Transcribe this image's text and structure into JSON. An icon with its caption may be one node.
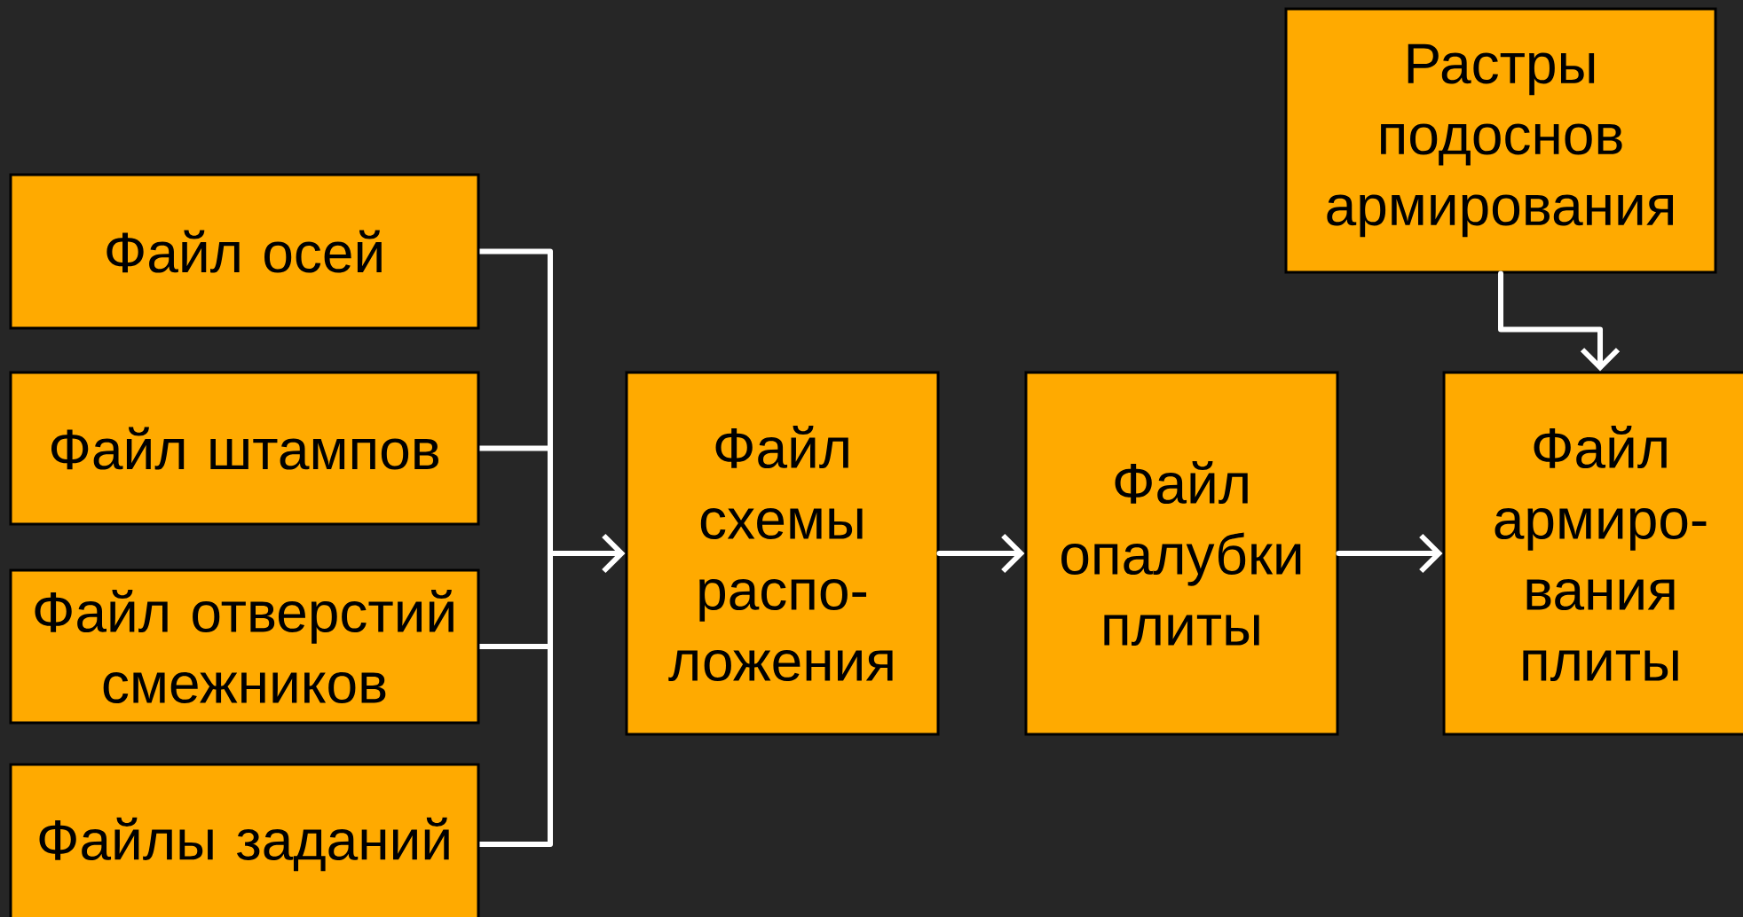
{
  "diagram": {
    "nodes": [
      {
        "text": [
          "Файл осей"
        ]
      },
      {
        "text": [
          "Файл штампов"
        ]
      },
      {
        "text": [
          "Файл отверстий смежников"
        ]
      },
      {
        "text": [
          "Файлы заданий"
        ]
      },
      {
        "text": [
          "Файл схемы распо- ложения"
        ]
      },
      {
        "text": [
          "Файл опалубки плиты"
        ]
      },
      {
        "text": [
          "Файл армиро- вания плиты"
        ]
      },
      {
        "text": [
          "Растры подоснов армирования"
        ]
      }
    ],
    "edges": [
      {
        "from": 0,
        "to": 4,
        "arrow": "to"
      },
      {
        "from": 1,
        "to": 4,
        "arrow": "to"
      },
      {
        "from": 2,
        "to": 4,
        "arrow": "to"
      },
      {
        "from": 3,
        "to": 4,
        "arrow": "to"
      },
      {
        "from": 4,
        "to": 5,
        "arrow": "to"
      },
      {
        "from": 5,
        "to": 6,
        "arrow": "to"
      },
      {
        "from": 7,
        "to": 6,
        "arrow": "to"
      }
    ]
  }
}
